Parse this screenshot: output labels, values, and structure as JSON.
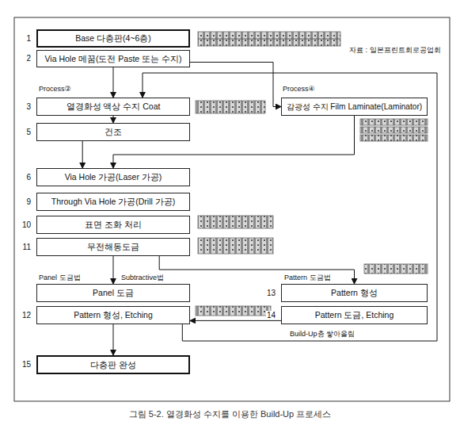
{
  "diagram": {
    "caption": "그림 5-2. 열경화성 수지를 이용한 Build-Up 프로세스",
    "nodes": [
      {
        "text": [
          "Base 다층판(4~6층)"
        ]
      },
      {
        "text": [
          "Via Hole 메꿈(도전 Paste 또는 수지)"
        ]
      },
      {
        "text": [
          "열경화성 액상 수지 Coat"
        ]
      },
      {
        "text": [
          "감광성 수지 Film Laminate(Laminator)"
        ]
      },
      {
        "text": [
          "건조"
        ]
      },
      {
        "text": [
          "Via Hole 가공(Laser 가공)"
        ]
      },
      {
        "text": [
          "Through Via Hole 가공(Drill 가공)"
        ]
      },
      {
        "text": [
          "표면 조화 처리"
        ]
      },
      {
        "text": [
          "무전해동도금"
        ]
      },
      {
        "text": [
          "Panel 도금"
        ]
      },
      {
        "text": [
          "Pattern 형성, Etching"
        ]
      },
      {
        "text": [
          "Pattern 형성"
        ]
      },
      {
        "text": [
          "Pattern 도금, Etching"
        ]
      },
      {
        "text": [
          "다층판 완성"
        ]
      }
    ],
    "edges": [
      {
        "from": 1,
        "to": 3,
        "arrow": "to"
      },
      {
        "from": 1,
        "to": 2,
        "arrow": "to"
      },
      {
        "from": 2,
        "to": 4,
        "arrow": "to"
      },
      {
        "from": 3,
        "to": 5,
        "arrow": "to"
      },
      {
        "from": 4,
        "to": 5,
        "arrow": "to"
      },
      {
        "from": 8,
        "to": 9,
        "arrow": "to"
      },
      {
        "from": 8,
        "to": 11,
        "arrow": "to"
      },
      {
        "from": 10,
        "to": 13,
        "arrow": "to"
      },
      {
        "from": 12,
        "to": 10,
        "arrow": "to"
      },
      {
        "from": 10,
        "to": 2,
        "arrow": "to"
      }
    ],
    "labels": [
      "자료 : 일본프린트회로공업회",
      "1",
      "2",
      "3",
      "5",
      "6",
      "9",
      "10",
      "11",
      "12",
      "13",
      "14",
      "15",
      "Process②",
      "Process④",
      "Panel 도금법",
      "Subtractive법",
      "Pattern 도금법",
      "Build-Up층 쌓아올림"
    ]
  }
}
